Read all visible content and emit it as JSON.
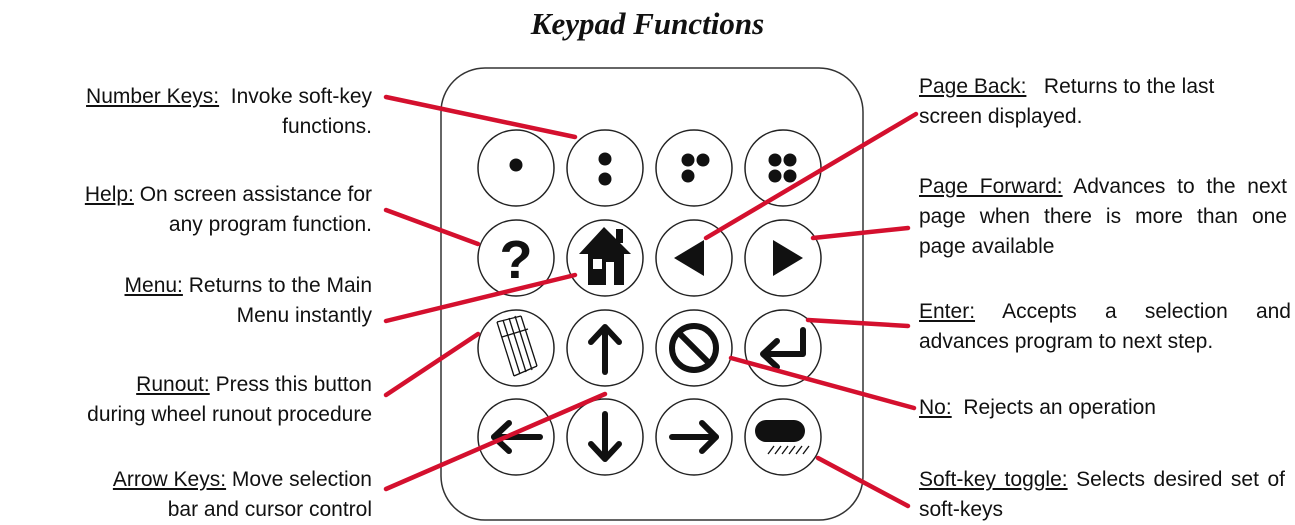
{
  "title": "Keypad Functions",
  "colors": {
    "leader": "#d4102e",
    "ink": "#111111",
    "keypad_outline": "#333333"
  },
  "callouts": {
    "number_keys": {
      "term": "Number Keys:",
      "desc_line1": "Invoke soft-key",
      "desc_line2": "functions."
    },
    "help": {
      "term": "Help:",
      "desc_line1": "On screen assistance for",
      "desc_line2": "any program function."
    },
    "menu": {
      "term": "Menu:",
      "desc_line1": "Returns to the Main",
      "desc_line2": "Menu instantly"
    },
    "runout": {
      "term": "Runout:",
      "desc_line1": "Press this button",
      "desc_line2": "during wheel runout procedure"
    },
    "arrow_keys": {
      "term": "Arrow Keys:",
      "desc_line1": "Move selection",
      "desc_line2": "bar and cursor control"
    },
    "page_back": {
      "term": "Page Back:",
      "desc_line1": "Returns to the last",
      "desc_line2": "screen displayed."
    },
    "page_forward": {
      "term": "Page Forward:",
      "desc": "Advances to the next page when there is more than one page available"
    },
    "enter": {
      "term": "Enter:",
      "desc": "Accepts a selection and advances program to next step."
    },
    "no": {
      "term": "No:",
      "desc": "Rejects an operation"
    },
    "softkey_toggle": {
      "term": "Soft-key toggle:",
      "desc": "Selects desired set of soft-keys"
    }
  },
  "keys": [
    {
      "row": 1,
      "name": "key-1",
      "icon": "one-dot-icon"
    },
    {
      "row": 1,
      "name": "key-2",
      "icon": "two-dots-icon"
    },
    {
      "row": 1,
      "name": "key-3",
      "icon": "three-dots-icon"
    },
    {
      "row": 1,
      "name": "key-4",
      "icon": "four-dots-icon"
    },
    {
      "row": 2,
      "name": "help-key",
      "icon": "question-mark-icon",
      "glyph": "?"
    },
    {
      "row": 2,
      "name": "menu-key",
      "icon": "home-icon"
    },
    {
      "row": 2,
      "name": "page-back-key",
      "icon": "triangle-left-icon"
    },
    {
      "row": 2,
      "name": "page-forward-key",
      "icon": "triangle-right-icon"
    },
    {
      "row": 3,
      "name": "runout-key",
      "icon": "runout-icon"
    },
    {
      "row": 3,
      "name": "up-arrow-key",
      "icon": "arrow-up-icon"
    },
    {
      "row": 3,
      "name": "no-key",
      "icon": "no-entry-icon"
    },
    {
      "row": 3,
      "name": "enter-key",
      "icon": "enter-return-icon"
    },
    {
      "row": 4,
      "name": "left-arrow-key",
      "icon": "arrow-left-icon"
    },
    {
      "row": 4,
      "name": "down-arrow-key",
      "icon": "arrow-down-icon"
    },
    {
      "row": 4,
      "name": "right-arrow-key",
      "icon": "arrow-right-icon"
    },
    {
      "row": 4,
      "name": "softkey-toggle-key",
      "icon": "toggle-pill-icon"
    }
  ]
}
